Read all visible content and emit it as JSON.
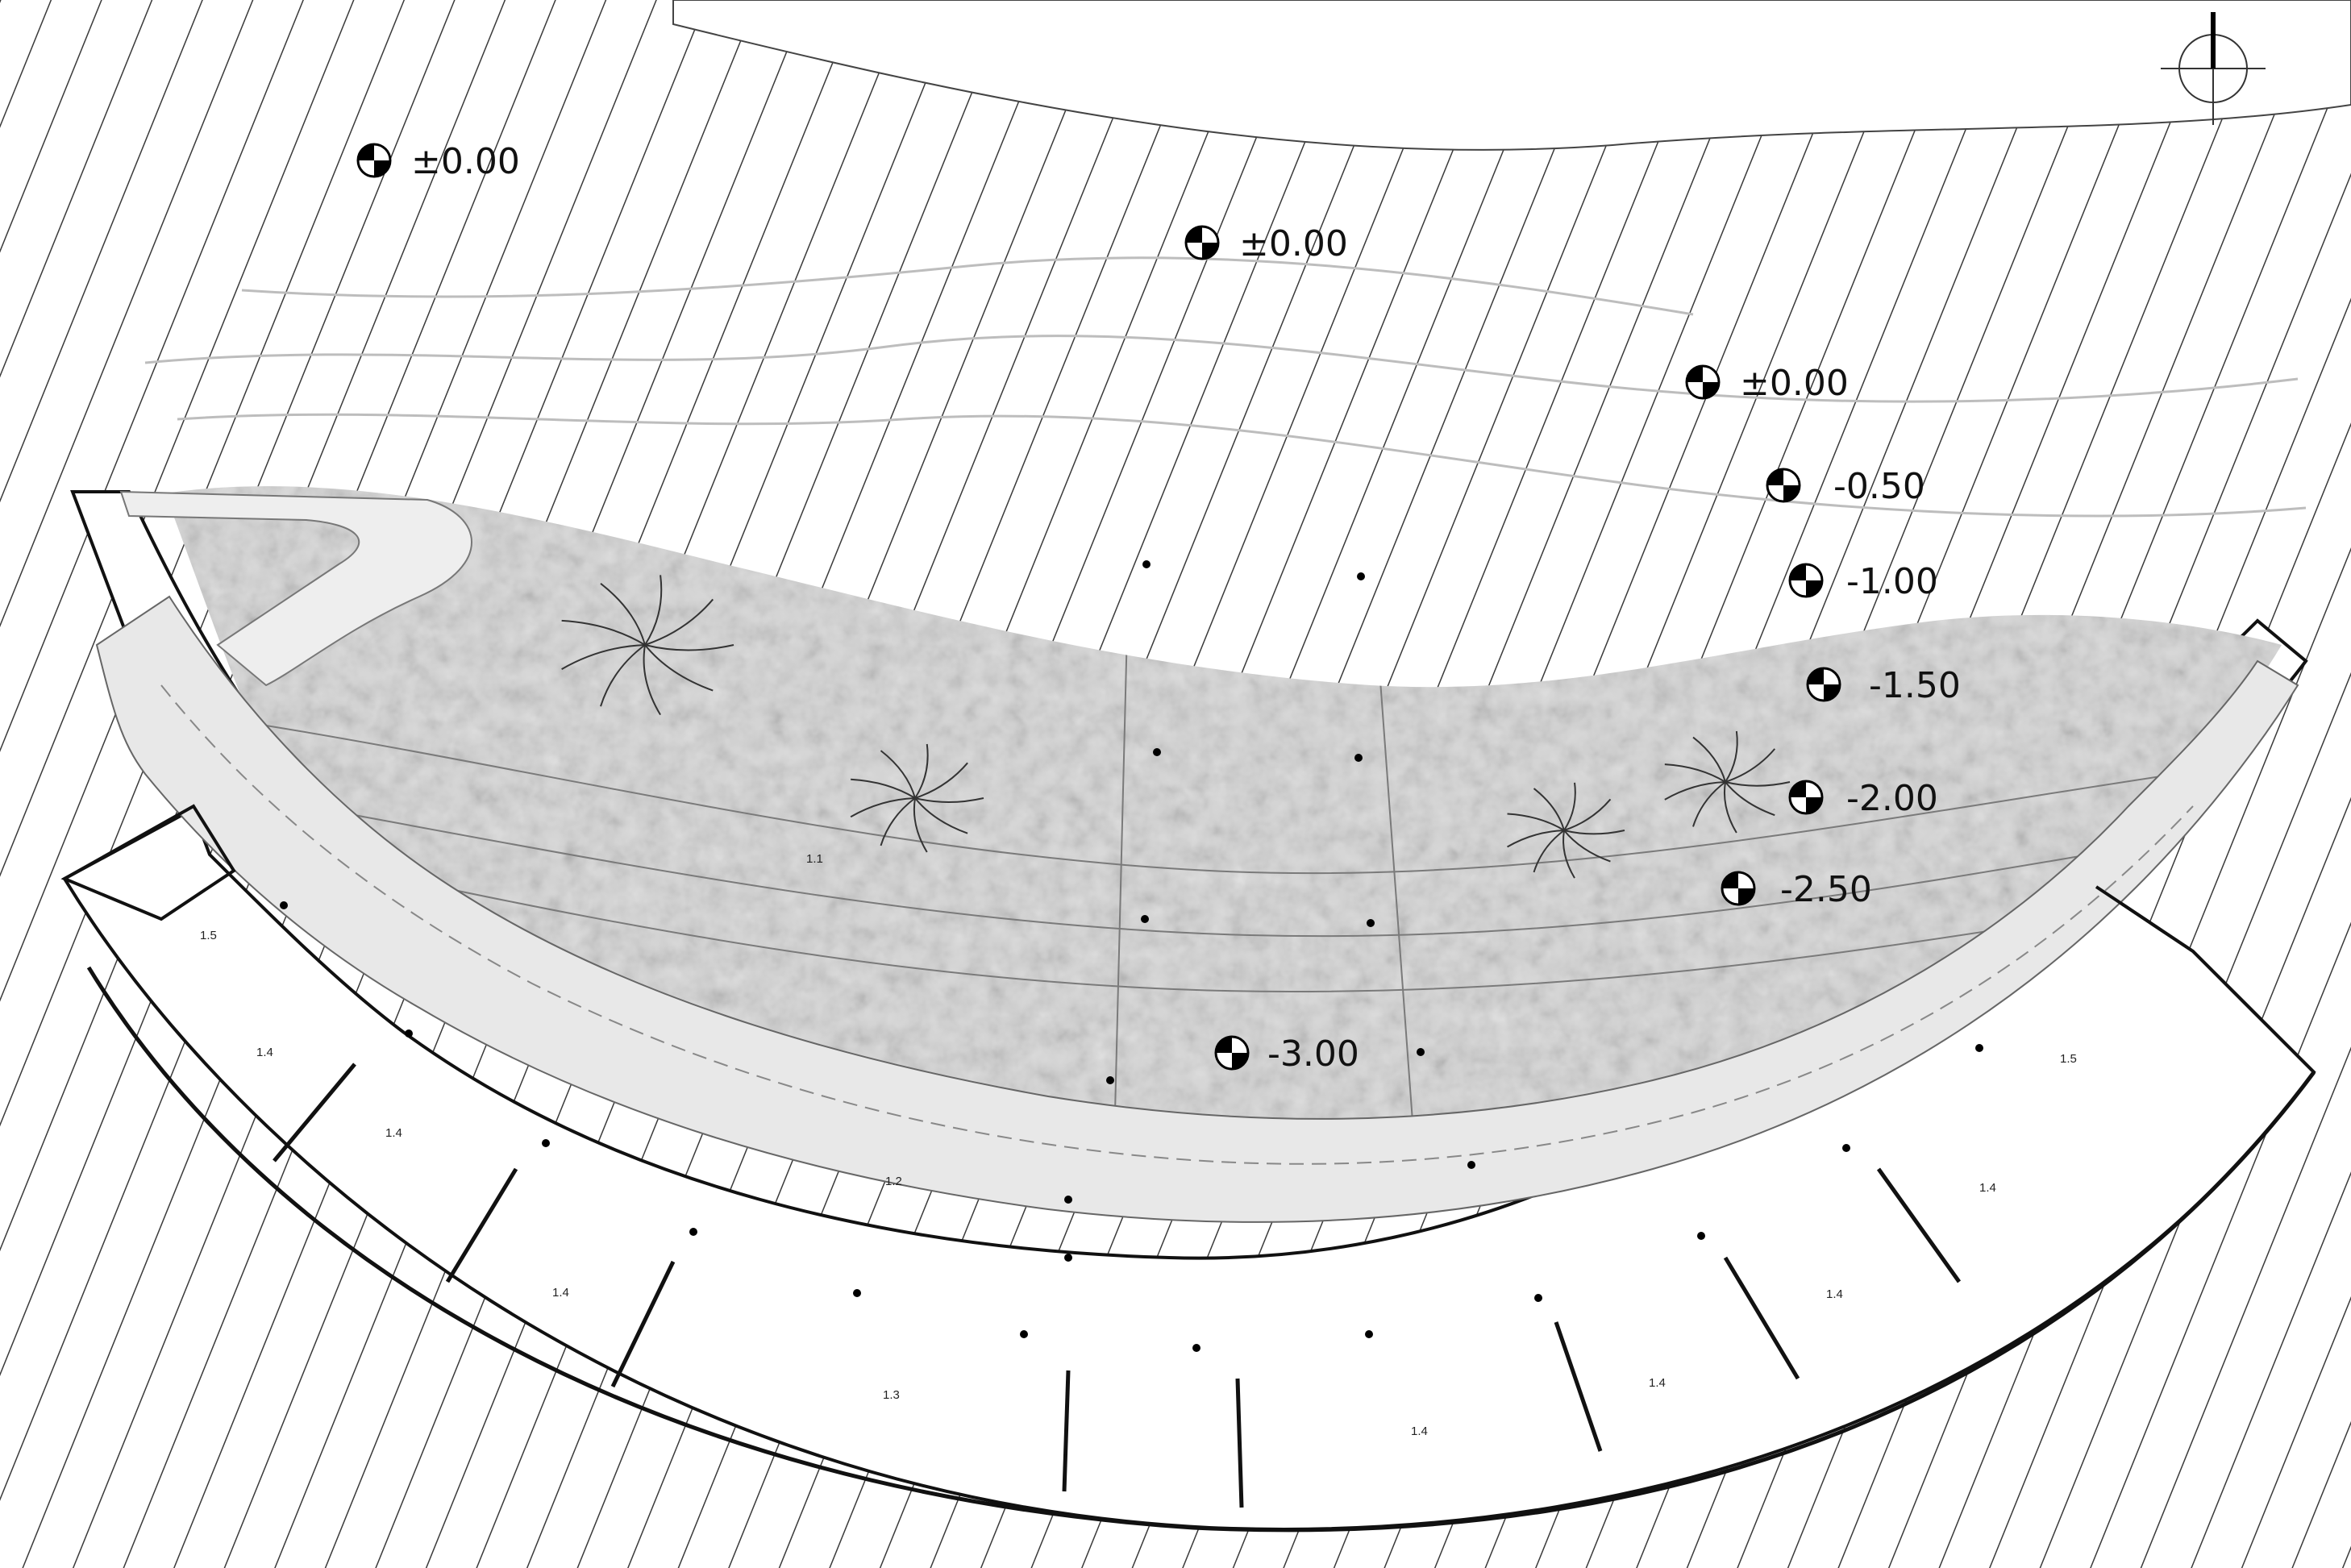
{
  "levels": [
    {
      "id": "l1",
      "label": "±0.00"
    },
    {
      "id": "l2",
      "label": "±0.00"
    },
    {
      "id": "l3",
      "label": "±0.00"
    },
    {
      "id": "l4",
      "label": "-0.50"
    },
    {
      "id": "l5",
      "label": "-1.00"
    },
    {
      "id": "l6",
      "label": "-1.50"
    },
    {
      "id": "l7",
      "label": "-2.00"
    },
    {
      "id": "l8",
      "label": "-2.50"
    },
    {
      "id": "l9",
      "label": "-3.00"
    }
  ],
  "rooms": {
    "sunken_garden": "1.1",
    "walkway": "1.2",
    "cafe": "1.3",
    "studio": "1.4",
    "wc": "1.5"
  },
  "colors": {
    "wall": "#111111",
    "hatch": "#3a3a3a",
    "garden": "#d6d6d6",
    "walkway": "#e8e8e8",
    "paper": "#ffffff"
  },
  "icons": [
    "north-arrow-icon",
    "level-marker-icon",
    "tree-icon",
    "person-icon",
    "table-icon",
    "column-dot-icon",
    "stair-icon"
  ]
}
